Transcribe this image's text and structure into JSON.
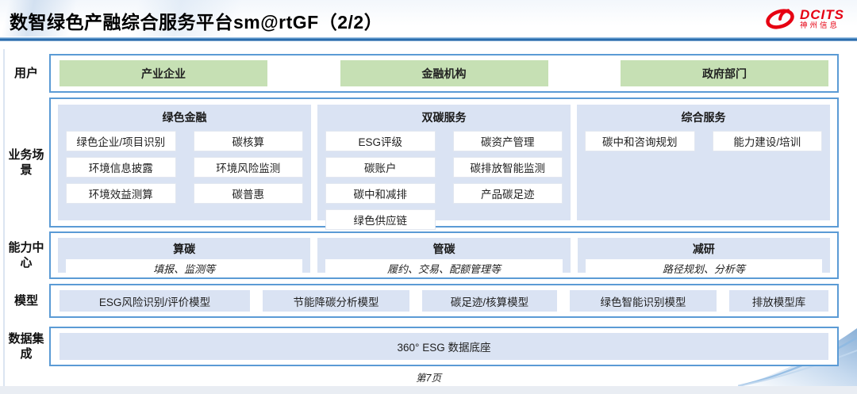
{
  "header": {
    "title": "数智绿色产融综合服务平台sm@rtGF（2/2）",
    "logo": {
      "brand": "DCITS",
      "subtitle": "神州信息",
      "icon": "dcits-swirl-icon"
    }
  },
  "diagram": {
    "users": {
      "label": "用户",
      "items": [
        "产业企业",
        "金融机构",
        "政府部门"
      ]
    },
    "scenarios": {
      "label": "业务场景",
      "columns": [
        {
          "title": "绿色金融",
          "items": [
            "绿色企业/项目识别",
            "碳核算",
            "环境信息披露",
            "环境风险监测",
            "环境效益测算",
            "碳普惠"
          ]
        },
        {
          "title": "双碳服务",
          "items": [
            "ESG评级",
            "碳资产管理",
            "碳账户",
            "碳排放智能监测",
            "碳中和减排",
            "产品碳足迹",
            "绿色供应链"
          ]
        },
        {
          "title": "综合服务",
          "items": [
            "碳中和咨询规划",
            "能力建设/培训"
          ]
        }
      ]
    },
    "capabilities": {
      "label": "能力中心",
      "columns": [
        {
          "title": "算碳",
          "desc": "填报、监测等"
        },
        {
          "title": "管碳",
          "desc": "履约、交易、配额管理等"
        },
        {
          "title": "减研",
          "desc": "路径规划、分析等"
        }
      ]
    },
    "models": {
      "label": "模型",
      "items": [
        "ESG风险识别/评价模型",
        "节能降碳分析模型",
        "碳足迹/核算模型",
        "绿色智能识别模型",
        "排放模型库"
      ]
    },
    "data_integration": {
      "label": "数据集成",
      "items": [
        "360° ESG 数据底座"
      ]
    }
  },
  "footer": {
    "page_number": "第7页"
  },
  "colors": {
    "accent_border": "#5b9bd5",
    "panel_fill": "#dae3f3",
    "user_fill": "#c6e0b4",
    "rule_blue": "#2e74b5",
    "logo_red": "#e60012"
  }
}
